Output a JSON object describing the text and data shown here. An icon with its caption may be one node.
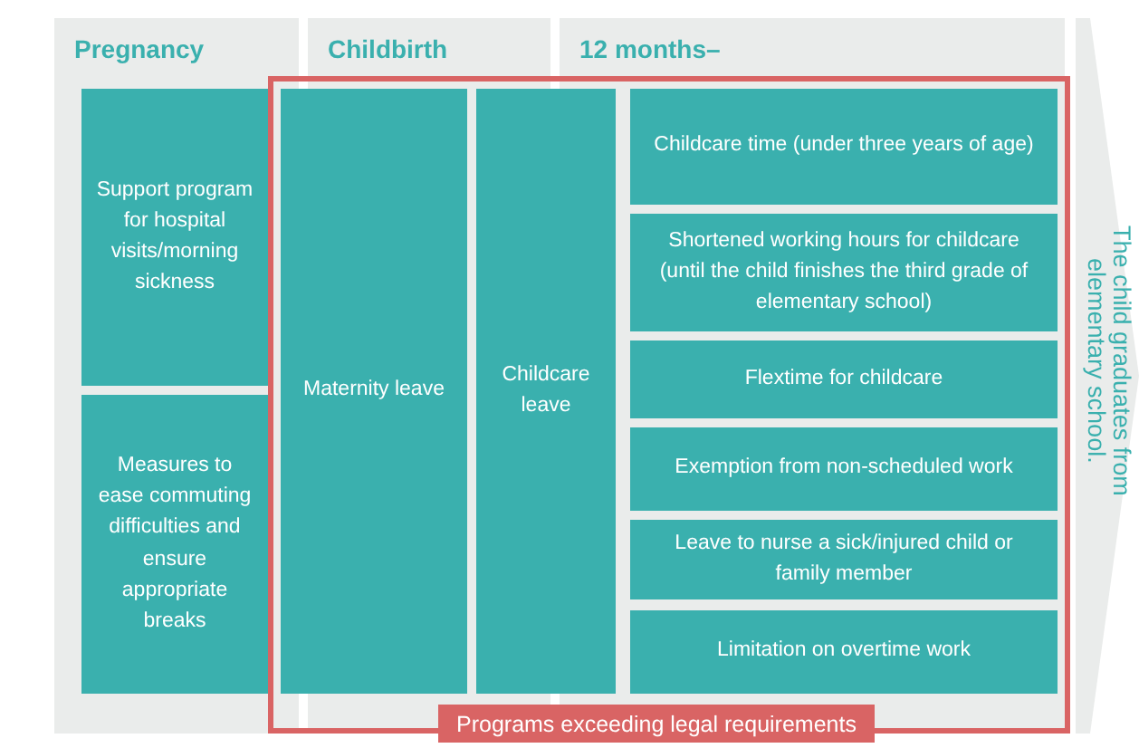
{
  "diagram": {
    "nodes": [
      {
        "text": [
          "The child graduates from elementary school."
        ]
      },
      {
        "text": [
          "Programs exceeding legal requirements"
        ]
      },
      {
        "text": [
          "Support program for hospital visits/morning sickness"
        ]
      },
      {
        "text": [
          "Measures to ease commuting difficulties and ensure appropriate breaks"
        ]
      },
      {
        "text": [
          "Maternity leave"
        ],
        "in": 1
      },
      {
        "text": [
          "Childcare leave"
        ],
        "in": 1
      },
      {
        "text": [
          "Childcare time (under three years of age)"
        ],
        "in": 1
      },
      {
        "text": [
          "Shortened working hours for childcare (until the child finishes the third grade of elementary school)"
        ],
        "in": 1
      },
      {
        "text": [
          "Flextime for childcare"
        ],
        "in": 1
      },
      {
        "text": [
          "Exemption from non-scheduled work"
        ],
        "in": 1
      },
      {
        "text": [
          "Leave to nurse a sick/injured child or family member"
        ],
        "in": 1
      },
      {
        "text": [
          "Limitation on overtime work"
        ],
        "in": 1
      }
    ],
    "labels": [
      "Pregnancy",
      "Childbirth",
      "12 months–"
    ]
  }
}
